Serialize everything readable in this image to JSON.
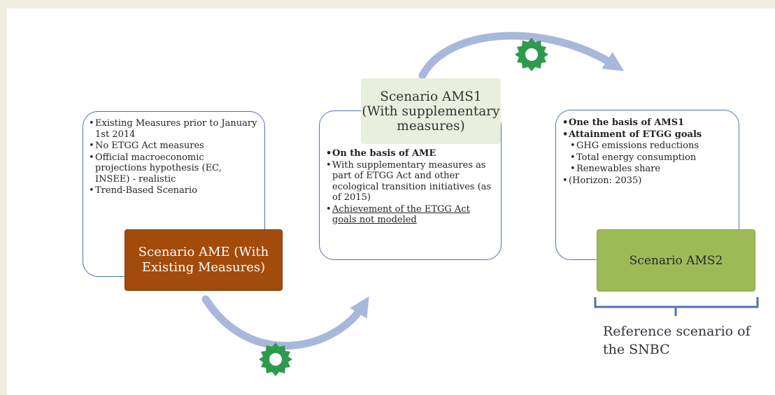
{
  "scenario_ame": {
    "label": "Scenario AME (With Existing Measures)",
    "bullets": [
      "Existing Measures prior to January 1st 2014",
      "No ETGG Act measures",
      "Official macroeconomic projections hypothesis (EC, INSEE) - realistic",
      "Trend-Based Scenario"
    ]
  },
  "scenario_ams1": {
    "label": "Scenario AMS1 (With supplementary measures)",
    "bullets": [
      "On the basis of AME",
      "With supplementary measures as part of ETGG Act and other ecological transition initiatives (as of 2015)",
      "Achievement of the ETGG Act goals not modeled"
    ]
  },
  "scenario_ams2": {
    "label": "Scenario AMS2",
    "bullets": [
      "One the basis of AMS1",
      "Attainment of ETGG goals",
      "GHG emissions reductions",
      "Total energy consumption",
      "Renewables share",
      "(Horizon: 2035)"
    ]
  },
  "reference_caption": "Reference scenario of the SNBC",
  "colors": {
    "box_border": "#4f73b6",
    "ame_fill": "#a34b0b",
    "ams1_fill": "#e9efdd",
    "ams2_fill": "#9cbb57",
    "arrow": "#a8b8da",
    "gear": "#2e9a4c",
    "brace": "#4f73b6"
  },
  "icons": [
    "gear-icon",
    "curved-arrow-icon",
    "bracket-icon"
  ]
}
